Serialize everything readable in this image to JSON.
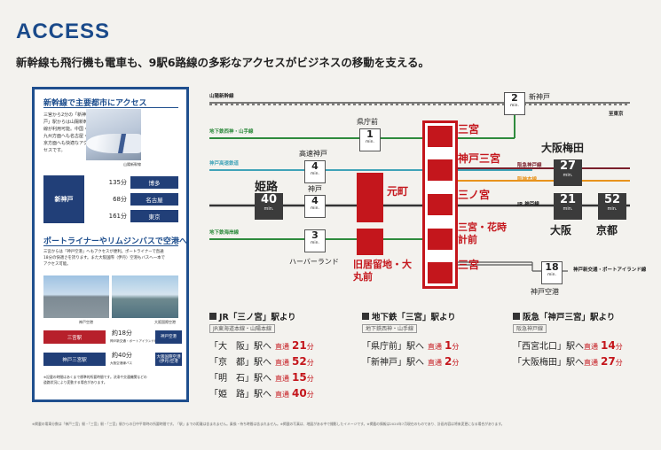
{
  "title": "ACCESS",
  "subtitle": "新幹線も飛行機も電車も、9駅6路線の多彩なアクセスがビジネスの移動を支える。",
  "panel": {
    "shinkansen_heading": "新幹線で主要都市にアクセス",
    "shinkansen_text": [
      "三宮から2分の「新神",
      "戸」駅からは山陽新幹",
      "線が利用可能。中国・",
      "九州方面へも名古屋・東",
      "京方面へも快適なアク",
      "セスです。"
    ],
    "photo_caption": "山陽新幹線",
    "origin": "新神戸",
    "routes": [
      {
        "time": "135分",
        "dest": "博多"
      },
      {
        "time": "68分",
        "dest": "名古屋"
      },
      {
        "time": "161分",
        "dest": "東京"
      }
    ],
    "airport_heading": "ポートライナーやリムジンバスで空港へ",
    "airport_text": [
      "三宮からは「神戸空港」へもアクセスが便利。ポートライナーで直通",
      "18分の快適さを誇ります。また大阪国際（伊丹）空港もバスへ一本で",
      "アクセス可能。"
    ],
    "photo1_caption": "神戸空港",
    "photo2_caption": "大阪国際空港",
    "air1": {
      "from": "三宮駅",
      "time": "約18分",
      "via": "神戸新交通・ポートアイランド線",
      "to": "神戸空港"
    },
    "air2": {
      "from": "神戸三宮駅",
      "time": "約40分",
      "via": "大阪空港線バス",
      "to": "大阪国際空港(伊丹)空港"
    },
    "note": [
      "※記載の時間はあくまで標準的所要時間です。渋滞や交通機関などの",
      "道路状況により変動する場合があります。"
    ]
  },
  "map": {
    "lines": {
      "sanyo": "山陽新幹線",
      "seishin": "地下鉄西神・山手線",
      "kosoku": "神戸高速鉄道",
      "jr": "JR 神戸線",
      "kaigan": "地下鉄海岸線",
      "hankyu": "阪急神戸線",
      "hanshin": "阪神本線",
      "portliner": "神戸新交通・ポートアイランド線",
      "shitokyo": "至東京"
    },
    "stations": {
      "shinkobe": "新神戸",
      "kenchomae": "県庁前",
      "kosokukobe": "高速神戸",
      "kobe": "神戸",
      "himeji": "姫路",
      "harborland": "ハーバーランド",
      "motomachi": "元町",
      "kyukyoryuchi": "旧居留地・大丸前",
      "sannomiya_top": "三宮",
      "kobesannomiya": "神戸三宮",
      "sannomiya_jr": "三ノ宮",
      "hanadokei": "三宮・花時計前",
      "sannomiya_bottom": "三宮",
      "osakaumeda": "大阪梅田",
      "osaka": "大阪",
      "kyoto": "京都",
      "kobeairport": "神戸空港"
    },
    "times": {
      "shinkobe": "2",
      "kenchomae": "1",
      "kosokukobe": "4",
      "kobe": "4",
      "himeji": "40",
      "harborland": "3",
      "osakaumeda": "27",
      "osaka": "21",
      "kyoto": "52",
      "kobeairport": "18",
      "unit": "min."
    }
  },
  "tables": [
    {
      "heading": "JR「三ノ宮」駅より",
      "sub": "JR東海道本線・山陽本線",
      "rows": [
        {
          "to": "「大　阪」駅へ",
          "type": "直通",
          "min": "21",
          "unit": "分"
        },
        {
          "to": "「京　都」駅へ",
          "type": "直通",
          "min": "52",
          "unit": "分"
        },
        {
          "to": "「明　石」駅へ",
          "type": "直通",
          "min": "15",
          "unit": "分"
        },
        {
          "to": "「姫　路」駅へ",
          "type": "直通",
          "min": "40",
          "unit": "分"
        }
      ]
    },
    {
      "heading": "地下鉄「三宮」駅より",
      "sub": "地下鉄西神・山手線",
      "rows": [
        {
          "to": "「県庁前」駅へ",
          "type": "直通",
          "min": "1",
          "unit": "分"
        },
        {
          "to": "「新神戸」駅へ",
          "type": "直通",
          "min": "2",
          "unit": "分"
        }
      ]
    },
    {
      "heading": "阪急「神戸三宮」駅より",
      "sub": "阪急神戸線",
      "rows": [
        {
          "to": "「西宮北口」駅へ",
          "type": "直通",
          "min": "14",
          "unit": "分"
        },
        {
          "to": "「大阪梅田」駅へ",
          "type": "直通",
          "min": "27",
          "unit": "分"
        }
      ]
    }
  ],
  "footnote": "※掲載の電車分数は「神戸三宮」駅・「三宮」駅・「三宮」駅からの日中平常時の所要時間です。「駅」までの距離は含まれません。乗換・待ち時間は含まれません。※掲載の写真は、地図がある中で撮影したイメージです。※掲載の情報は2020年7月現在のものであり、計画内容は将来変更になる場合があります。",
  "colors": {
    "navy": "#1f4f8e",
    "red": "#c4161c",
    "green": "#2e8b3d",
    "teal": "#3fa3b8",
    "blue": "#3d79c4",
    "hankyu": "#7a1f2b",
    "hanshin": "#e8931c"
  }
}
